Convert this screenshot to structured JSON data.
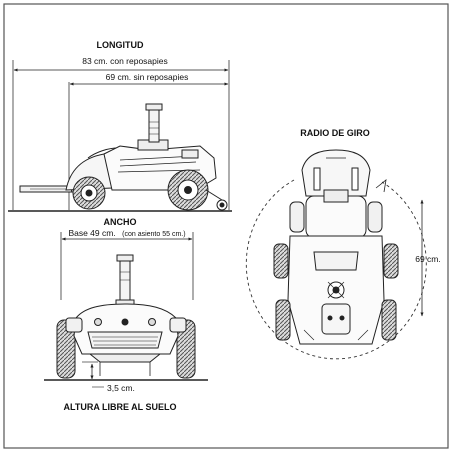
{
  "longitud": {
    "title": "LONGITUD",
    "with_footrests": "83 cm. con reposapies",
    "without_footrests": "69 cm. sin reposapies"
  },
  "ancho": {
    "title": "ANCHO",
    "base": "Base 49 cm.",
    "with_seat": "(con asiento 55 cm.)"
  },
  "ground_clearance": {
    "value": "3,5 cm.",
    "title": "ALTURA LIBRE AL SUELO"
  },
  "turning_radius": {
    "title": "RADIO DE GIRO",
    "value": "69 cm."
  },
  "colors": {
    "stroke": "#222222",
    "hatch": "#444444",
    "frame": "#555555"
  }
}
